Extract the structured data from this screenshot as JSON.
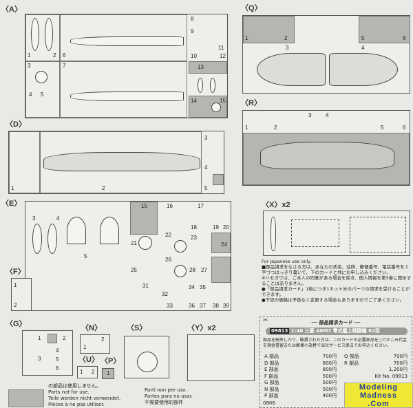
{
  "sections": {
    "A": {
      "label": "〈A〉",
      "parts": [
        "1",
        "2",
        "3",
        "4",
        "5",
        "6",
        "7",
        "8",
        "9",
        "10",
        "11",
        "12",
        "13",
        "14",
        "15"
      ]
    },
    "Q": {
      "label": "〈Q〉",
      "parts": [
        "1",
        "2",
        "3",
        "4",
        "5",
        "6"
      ]
    },
    "R": {
      "label": "〈R〉",
      "parts": [
        "1",
        "2",
        "3",
        "4",
        "5",
        "6"
      ]
    },
    "D": {
      "label": "〈D〉",
      "parts": [
        "1",
        "2",
        "3",
        "4",
        "5"
      ]
    },
    "E": {
      "label": "〈E〉",
      "parts": [
        "3",
        "4",
        "5",
        "15",
        "16",
        "17",
        "18",
        "19",
        "20",
        "21",
        "22",
        "23",
        "24",
        "25",
        "26",
        "27",
        "28",
        "31",
        "32",
        "33",
        "34",
        "35",
        "36",
        "37",
        "38",
        "39"
      ]
    },
    "X": {
      "label": "〈X〉x2"
    },
    "F": {
      "label": "〈F〉",
      "parts": [
        "1",
        "2"
      ]
    },
    "G": {
      "label": "〈G〉",
      "parts": [
        "1",
        "2",
        "3",
        "4",
        "5",
        "6"
      ]
    },
    "N": {
      "label": "〈N〉",
      "parts": [
        "1",
        "2"
      ]
    },
    "U": {
      "label": "〈U〉",
      "parts": [
        "1",
        "2"
      ]
    },
    "P": {
      "label": "〈P〉",
      "parts": [
        "1"
      ]
    },
    "S": {
      "label": "〈S〉"
    },
    "Y": {
      "label": "〈Y〉x2"
    }
  },
  "legend": {
    "japanese": "の部品は使用しません。",
    "english": "Parts not for use.",
    "german": "Teile werden nicht verwendet.",
    "french": "Pièces à ne pas utiliser.",
    "italian": "Parti non per uso.",
    "spanish": "Partes para no usar.",
    "chinese": "不需要使用的部件"
  },
  "order_info": {
    "notice": "For Japanese use only.",
    "lines": [
      "■部品請求をなさる方は、あなたの氏名、住所、郵便番号、電話番号を１字づつはっきり書いて、下のカードと共にお申し込みください。",
      "※ハセガワは、ご本人の同意がある場合を除き、個人情報を第3者に開示することはありません。",
      "●「部品請求カード」1枚につき1キット分のパーツの請求を受けることができます。",
      "●下記の価格は予告なく変更する場合もありますのでご了承ください。"
    ]
  },
  "card": {
    "title": "── 部品請求カード ──",
    "kit_no": "09813",
    "kit_name": "1:48 三菱 A6M7 零式艦上戦闘機 62型",
    "instruction": "部品を紛失したり、破損された方は、このカードの必要部品を○でかこみ代金を現金書留または郵便小為替で当社サービス係までお申込ください。",
    "prices_left": [
      {
        "part": "A 部品",
        "price": "700円"
      },
      {
        "part": "D 部品",
        "price": "800円"
      },
      {
        "part": "E 部品",
        "price": "800円"
      },
      {
        "part": "F 部品",
        "price": "500円"
      },
      {
        "part": "G 部品",
        "price": "500円"
      },
      {
        "part": "N 部品",
        "price": "500円"
      },
      {
        "part": "P 部品",
        "price": "400円"
      }
    ],
    "prices_right": [
      {
        "part": "Q 部品",
        "price": "700円"
      },
      {
        "part": "R 部品",
        "price": "700円"
      }
    ],
    "decal_price": "1,200円",
    "kit_ref": "Kit No. 09813",
    "code": "0806"
  },
  "watermark": {
    "line1": "Modeling",
    "line2": "Madness",
    "line3": ".Com"
  }
}
